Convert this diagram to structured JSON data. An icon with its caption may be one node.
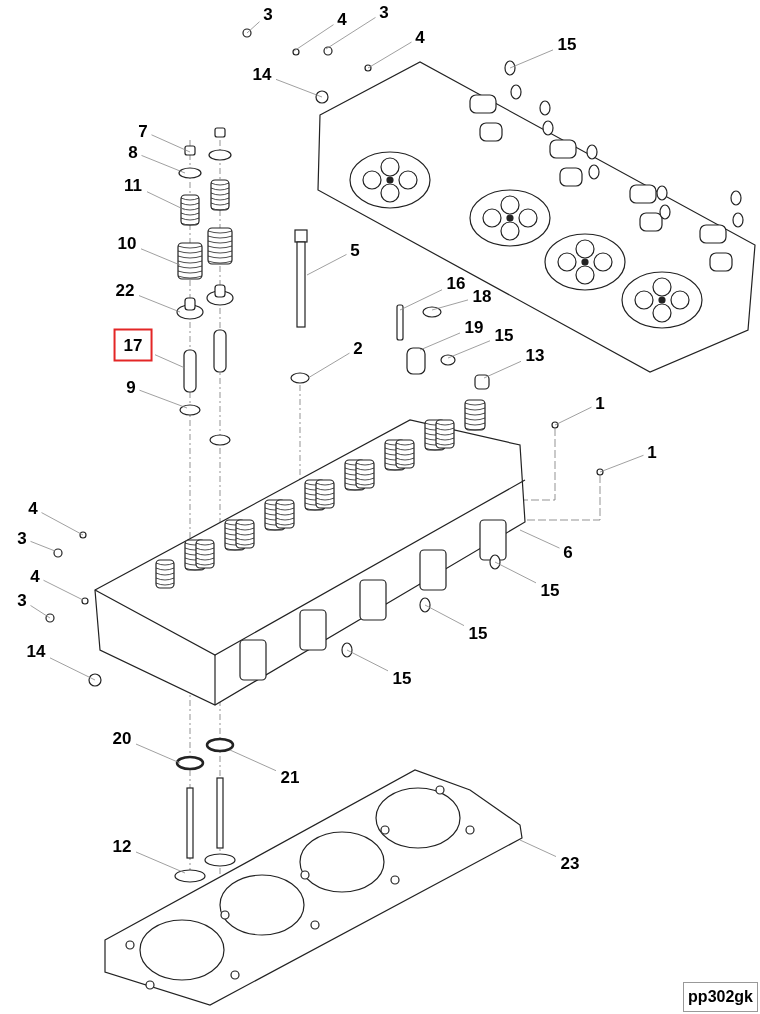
{
  "diagram": {
    "nodes": [
      {
        "text": [
          "3"
        ]
      },
      {
        "text": [
          "4"
        ]
      },
      {
        "text": [
          "3"
        ]
      },
      {
        "text": [
          "4"
        ]
      },
      {
        "text": [
          "15"
        ]
      },
      {
        "text": [
          "14"
        ]
      },
      {
        "text": [
          "7"
        ]
      },
      {
        "text": [
          "8"
        ]
      },
      {
        "text": [
          "11"
        ]
      },
      {
        "text": [
          "10"
        ]
      },
      {
        "text": [
          "5"
        ]
      },
      {
        "text": [
          "22"
        ]
      },
      {
        "text": [
          "16"
        ]
      },
      {
        "text": [
          "18"
        ]
      },
      {
        "text": [
          "19"
        ]
      },
      {
        "text": [
          "15"
        ]
      },
      {
        "text": [
          "17"
        ]
      },
      {
        "text": [
          "2"
        ]
      },
      {
        "text": [
          "13"
        ]
      },
      {
        "text": [
          "9"
        ]
      },
      {
        "text": [
          "1"
        ]
      },
      {
        "text": [
          "1"
        ]
      },
      {
        "text": [
          "4"
        ]
      },
      {
        "text": [
          "3"
        ]
      },
      {
        "text": [
          "6"
        ]
      },
      {
        "text": [
          "4"
        ]
      },
      {
        "text": [
          "15"
        ]
      },
      {
        "text": [
          "3"
        ]
      },
      {
        "text": [
          "15"
        ]
      },
      {
        "text": [
          "14"
        ]
      },
      {
        "text": [
          "15"
        ]
      },
      {
        "text": [
          "20"
        ]
      },
      {
        "text": [
          "21"
        ]
      },
      {
        "text": [
          "12"
        ]
      },
      {
        "text": [
          "23"
        ]
      }
    ],
    "edges": [
      {
        "from": 0,
        "to": null,
        "arrow": "none"
      },
      {
        "from": 1,
        "to": null,
        "arrow": "none"
      },
      {
        "from": 2,
        "to": null,
        "arrow": "none"
      },
      {
        "from": 3,
        "to": null,
        "arrow": "none"
      },
      {
        "from": 4,
        "to": null,
        "arrow": "none"
      },
      {
        "from": 5,
        "to": null,
        "arrow": "none"
      },
      {
        "from": 6,
        "to": null,
        "arrow": "none"
      },
      {
        "from": 7,
        "to": null,
        "arrow": "none"
      },
      {
        "from": 8,
        "to": null,
        "arrow": "none"
      },
      {
        "from": 9,
        "to": null,
        "arrow": "none"
      },
      {
        "from": 10,
        "to": null,
        "arrow": "none"
      },
      {
        "from": 11,
        "to": null,
        "arrow": "none"
      },
      {
        "from": 12,
        "to": null,
        "arrow": "none"
      },
      {
        "from": 13,
        "to": null,
        "arrow": "none"
      },
      {
        "from": 14,
        "to": null,
        "arrow": "none"
      },
      {
        "from": 15,
        "to": null,
        "arrow": "none"
      },
      {
        "from": 16,
        "to": null,
        "arrow": "none"
      },
      {
        "from": 17,
        "to": null,
        "arrow": "none"
      },
      {
        "from": 18,
        "to": null,
        "arrow": "none"
      },
      {
        "from": 19,
        "to": null,
        "arrow": "none"
      },
      {
        "from": 20,
        "to": null,
        "arrow": "none"
      },
      {
        "from": 21,
        "to": null,
        "arrow": "none"
      },
      {
        "from": 22,
        "to": null,
        "arrow": "none"
      },
      {
        "from": 23,
        "to": null,
        "arrow": "none"
      },
      {
        "from": 24,
        "to": null,
        "arrow": "none"
      },
      {
        "from": 25,
        "to": null,
        "arrow": "none"
      },
      {
        "from": 26,
        "to": null,
        "arrow": "none"
      },
      {
        "from": 27,
        "to": null,
        "arrow": "none"
      },
      {
        "from": 28,
        "to": null,
        "arrow": "none"
      },
      {
        "from": 29,
        "to": null,
        "arrow": "none"
      },
      {
        "from": 30,
        "to": null,
        "arrow": "none"
      },
      {
        "from": 31,
        "to": null,
        "arrow": "none"
      },
      {
        "from": 32,
        "to": null,
        "arrow": "none"
      },
      {
        "from": 33,
        "to": null,
        "arrow": "none"
      },
      {
        "from": 34,
        "to": null,
        "arrow": "none"
      }
    ],
    "labels": [
      "pp302gk"
    ]
  }
}
